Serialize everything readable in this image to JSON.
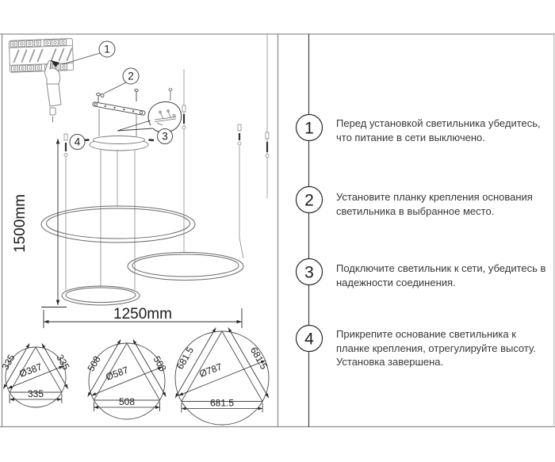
{
  "steps": [
    {
      "num": "1",
      "lines": [
        "Перед установкой светильника убедитесь,",
        "что питание в сети выключено."
      ]
    },
    {
      "num": "2",
      "lines": [
        "Установите планку крепления основания",
        "светильника в выбранное место."
      ]
    },
    {
      "num": "3",
      "lines": [
        "Подключите светильник к сети, убедитесь в",
        "надежности соединения."
      ]
    },
    {
      "num": "4",
      "lines": [
        "Прикрепите основание светильника к",
        "планке крепления, отрегулируйте высоту.",
        "Установка завершена."
      ]
    }
  ],
  "drawing": {
    "callouts": [
      "1",
      "2",
      "3",
      "4"
    ],
    "dim_height": "1500mm",
    "dim_width": "1250mm",
    "ring_specs": [
      {
        "diameter": "Ø387",
        "side": "335"
      },
      {
        "diameter": "Ø587",
        "side": "508"
      },
      {
        "diameter": "Ø787",
        "side": "681.5"
      }
    ]
  },
  "colors": {
    "frame": "#8f8f8f",
    "drawing_line": "#4a4a4a",
    "light_line": "#8a8a8a",
    "dim_line": "#2a2a2a",
    "text": "#383838"
  }
}
